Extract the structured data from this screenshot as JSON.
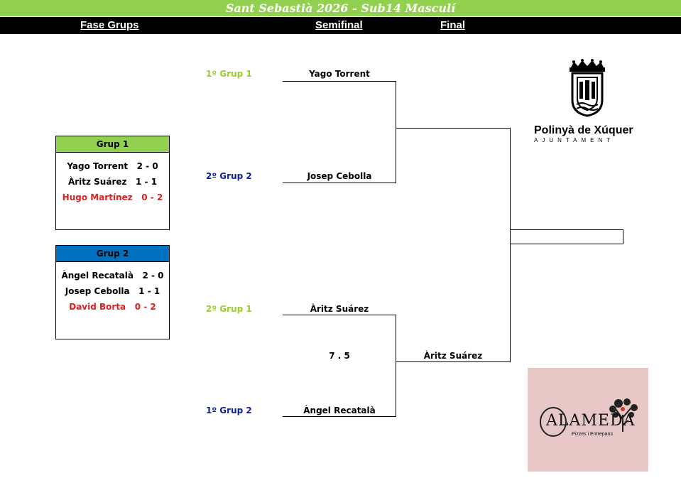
{
  "title": "Sant Sebastià 2026 - Sub14 Masculí",
  "headers": {
    "groups": "Fase Grups",
    "semifinal": "Semifinal",
    "final": "Final"
  },
  "seeds": {
    "s1": "1º Grup 1",
    "s2": "2º Grup 2",
    "s3": "2º Grup 1",
    "s4": "1º Grup 2"
  },
  "semifinal": {
    "top_a": "Yago Torrent",
    "top_b": "Josep Cebolla",
    "bottom_a": "Àritz Suárez",
    "bottom_b": "Àngel Recatalà",
    "bottom_score": "7 . 5"
  },
  "final": {
    "top": "",
    "bottom": "Àritz Suárez",
    "champion": ""
  },
  "group1": {
    "title": "Grup 1",
    "rows": [
      "Yago Torrent   2 - 0",
      "Àritz Suárez   1 - 1",
      "Hugo Martínez   0 - 2"
    ]
  },
  "group2": {
    "title": "Grup 2",
    "rows": [
      "Àngel Recatalà   2 - 0",
      "Josep Cebolla   1 - 1",
      "David Borta   0 - 2"
    ]
  },
  "sponsor1": {
    "name": "Polinyà de Xúquer",
    "sub": "AJUNTAMENT"
  },
  "sponsor2": {
    "name": "ALAMEDA",
    "sub": "Pizzes i Entrepans"
  },
  "colors": {
    "green": "#92d050",
    "blue": "#0070c0",
    "red": "#e02020",
    "seed_green": "#9acd32",
    "seed_blue": "#0a1f9a"
  }
}
